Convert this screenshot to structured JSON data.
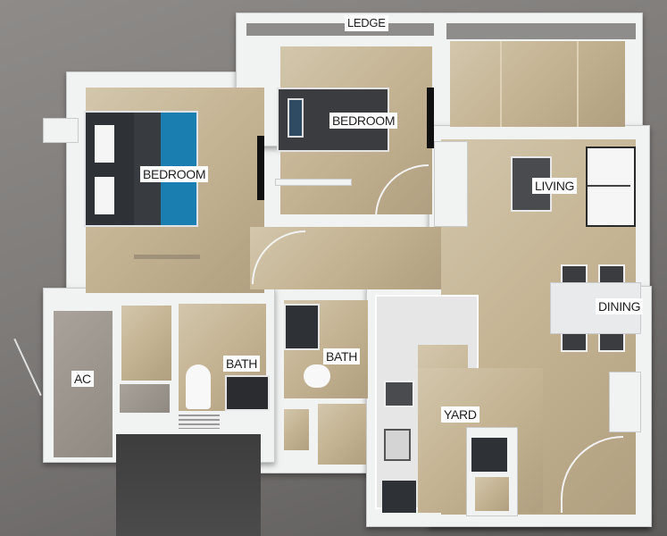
{
  "floorplan": {
    "rooms": {
      "ledge": "LEDGE",
      "bedroom_master": "BEDROOM",
      "bedroom_second": "BEDROOM",
      "living": "LIVING",
      "dining": "DINING",
      "bath_1": "BATH",
      "bath_2": "BATH",
      "ac": "AC",
      "yard": "YARD"
    },
    "colors": {
      "background": "#7d7a78",
      "floor": "#c8b898",
      "wall": "#f1f2f2",
      "bed_accent": "#1a7fb0",
      "dark_furniture": "#3b3c40"
    }
  }
}
